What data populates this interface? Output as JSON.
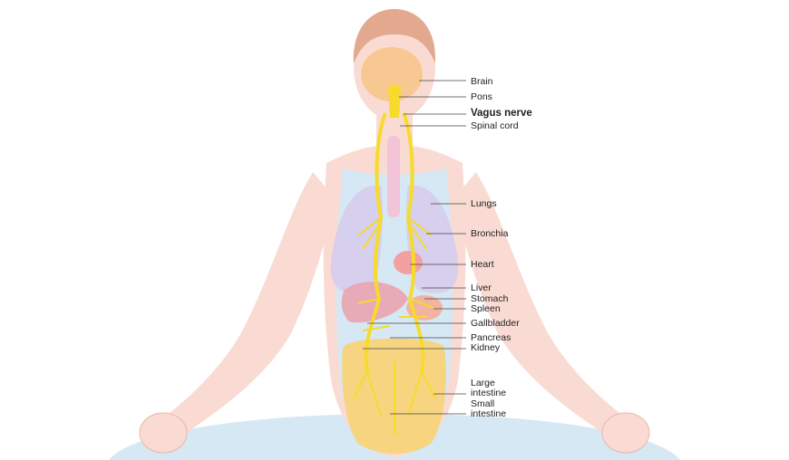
{
  "colors": {
    "skin": "#fadbd3",
    "skin_dark": "#f5cdc3",
    "hair": "#e3a98e",
    "shirt": "#d5e8f3",
    "brain": "#f7c891",
    "nerve": "#f6db2c",
    "nerve_outline": "#b89518",
    "lungs": "#d6ccec",
    "heart": "#f2a0a0",
    "liver": "#e9a3b0",
    "intestine": "#f7d47f",
    "line": "#444444"
  },
  "labels": [
    {
      "id": "brain",
      "text": "Brain"
    },
    {
      "id": "pons",
      "text": "Pons"
    },
    {
      "id": "vagus",
      "text": "Vagus nerve"
    },
    {
      "id": "spinal",
      "text": "Spinal cord"
    },
    {
      "id": "lungs",
      "text": "Lungs"
    },
    {
      "id": "bronchia",
      "text": "Bronchia"
    },
    {
      "id": "heart",
      "text": "Heart"
    },
    {
      "id": "liver",
      "text": "Liver"
    },
    {
      "id": "stomach",
      "text": "Stomach"
    },
    {
      "id": "spleen",
      "text": "Spleen"
    },
    {
      "id": "gallbladder",
      "text": "Gallbladder"
    },
    {
      "id": "pancreas",
      "text": "Pancreas"
    },
    {
      "id": "kidney",
      "text": "Kidney"
    },
    {
      "id": "large_1",
      "text": "Large"
    },
    {
      "id": "large_2",
      "text": "intestine"
    },
    {
      "id": "small_1",
      "text": "Small"
    },
    {
      "id": "small_2",
      "text": "intestine"
    }
  ]
}
